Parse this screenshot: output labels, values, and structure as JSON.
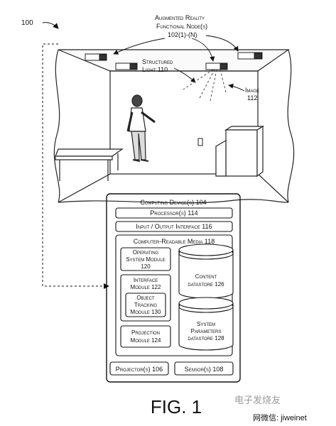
{
  "figure": {
    "ref_number": "100",
    "caption": "FIG. 1",
    "watermark": "电子发烧友",
    "watermark_sub": "网微信: jiweinet"
  },
  "room": {
    "nodes_label_1": "Augmented Reality",
    "nodes_label_2": "Functional Node(s)",
    "nodes_label_3": "102(1)-(N)",
    "structured_light_1": "Structured",
    "structured_light_2": "Light 110",
    "image_label_1": "Image",
    "image_label_2": "112"
  },
  "computing": {
    "title": "Computing Device(s) 104",
    "processor": "Processor(s) 114",
    "io": "Input / Output Interface 116",
    "crm": "Computer-Readable Media 118",
    "os_1": "Operating",
    "os_2": "System Module",
    "os_3": "120",
    "iface_1": "Interface",
    "iface_2": "Module 122",
    "obj_1": "Object",
    "obj_2": "Tracking",
    "obj_3": "Module 130",
    "proj_1": "Projection",
    "proj_2": "Module 124",
    "content_1": "Content",
    "content_2": "datastore 126",
    "sys_1": "System",
    "sys_2": "Parameters",
    "sys_3": "datastore 128",
    "projectors": "Projector(s) 106",
    "sensors": "Sensor(s) 108"
  }
}
